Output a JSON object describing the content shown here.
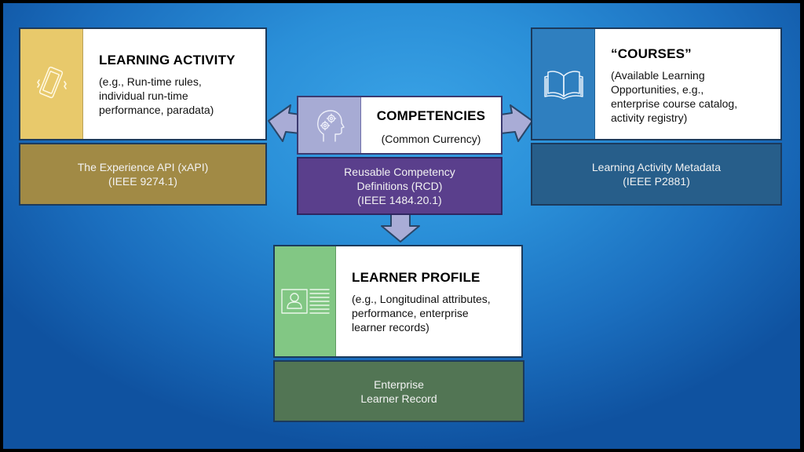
{
  "diagram": {
    "learning_activity": {
      "icon": "smartphone-vibrate-icon",
      "title": "LEARNING ACTIVITY",
      "desc_lines": [
        "(e.g., Run-time rules,",
        "individual run-time",
        "performance, paradata)"
      ],
      "standard_lines": [
        "The Experience API (xAPI)",
        "(IEEE 9274.1)"
      ],
      "colors": {
        "icon_bg": "#e8c96b",
        "standard_bg": "#a18a45"
      }
    },
    "courses": {
      "icon": "open-book-icon",
      "title": "“COURSES”",
      "desc_lines": [
        "(Available Learning",
        "Opportunities, e.g.,",
        "enterprise course catalog,",
        "activity registry)"
      ],
      "standard_lines": [
        "Learning Activity Metadata",
        "(IEEE P2881)"
      ],
      "colors": {
        "icon_bg": "#2f7fbf",
        "standard_bg": "#275e8a"
      }
    },
    "competencies": {
      "icon": "head-gears-icon",
      "title": "COMPETENCIES",
      "subtitle": "(Common Currency)",
      "standard_lines": [
        "Reusable Competency",
        "Definitions (RCD)",
        "(IEEE 1484.20.1)"
      ],
      "colors": {
        "icon_bg": "#a7abd4",
        "standard_bg": "#5a3f8c",
        "arrow": "#a9acd6"
      }
    },
    "learner_profile": {
      "icon": "id-card-icon",
      "title": "LEARNER PROFILE",
      "desc_lines": [
        "(e.g., Longitudinal attributes,",
        "performance, enterprise",
        "learner records)"
      ],
      "standard_lines": [
        "Enterprise",
        "Learner Record"
      ],
      "colors": {
        "icon_bg": "#82c784",
        "standard_bg": "#527554"
      }
    }
  }
}
